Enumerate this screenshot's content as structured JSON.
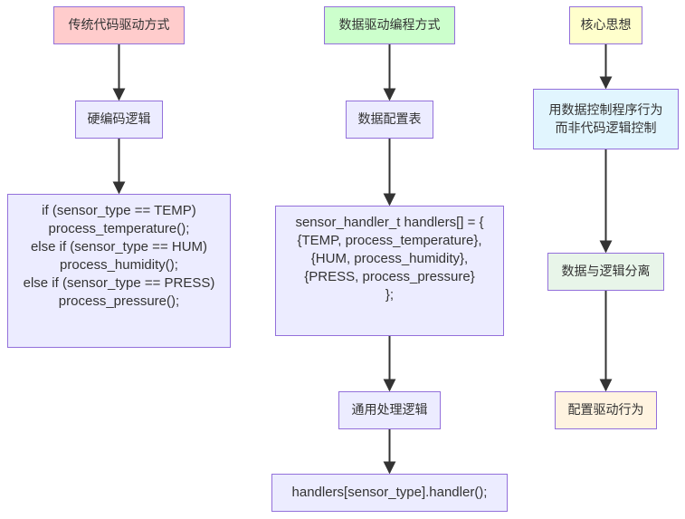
{
  "diagram": {
    "type": "flowchart",
    "direction": "top-down",
    "colors": {
      "node_border": "#9370DB",
      "default_fill": "#ECECFF",
      "traditional_fill": "#FFCCCC",
      "data_driven_fill": "#CCFFCC",
      "core_fill": "#FFFFCC",
      "core_detail_fill": "#E1F5FE",
      "separation_fill": "#E8F5E9",
      "config_fill": "#FFF3E0",
      "edge": "#333333"
    },
    "nodes": {
      "traditional": {
        "label": "传统代码驱动方式"
      },
      "hardcode": {
        "label": "硬编码逻辑"
      },
      "hardcode_code": {
        "label": "if (sensor_type == TEMP)\nprocess_temperature();\nelse if (sensor_type == HUM)\nprocess_humidity();\nelse if (sensor_type == PRESS)\nprocess_pressure();"
      },
      "data_driven": {
        "label": "数据驱动编程方式"
      },
      "config_table": {
        "label": "数据配置表"
      },
      "table_code": {
        "label": "sensor_handler_t handlers[] = {\n{TEMP, process_temperature},\n{HUM, process_humidity},\n{PRESS, process_pressure}\n};"
      },
      "generic_logic": {
        "label": "通用处理逻辑"
      },
      "dispatch_code": {
        "label": "handlers[sensor_type].handler();"
      },
      "core_idea": {
        "label": "核心思想"
      },
      "core_detail": {
        "label": "用数据控制程序行为\n而非代码逻辑控制"
      },
      "separation": {
        "label": "数据与逻辑分离"
      },
      "config_behavior": {
        "label": "配置驱动行为"
      }
    },
    "edges": [
      {
        "from": "traditional",
        "to": "hardcode"
      },
      {
        "from": "hardcode",
        "to": "hardcode_code"
      },
      {
        "from": "data_driven",
        "to": "config_table"
      },
      {
        "from": "config_table",
        "to": "table_code"
      },
      {
        "from": "table_code",
        "to": "generic_logic"
      },
      {
        "from": "generic_logic",
        "to": "dispatch_code"
      },
      {
        "from": "core_idea",
        "to": "core_detail"
      },
      {
        "from": "core_detail",
        "to": "separation"
      },
      {
        "from": "separation",
        "to": "config_behavior"
      }
    ]
  }
}
